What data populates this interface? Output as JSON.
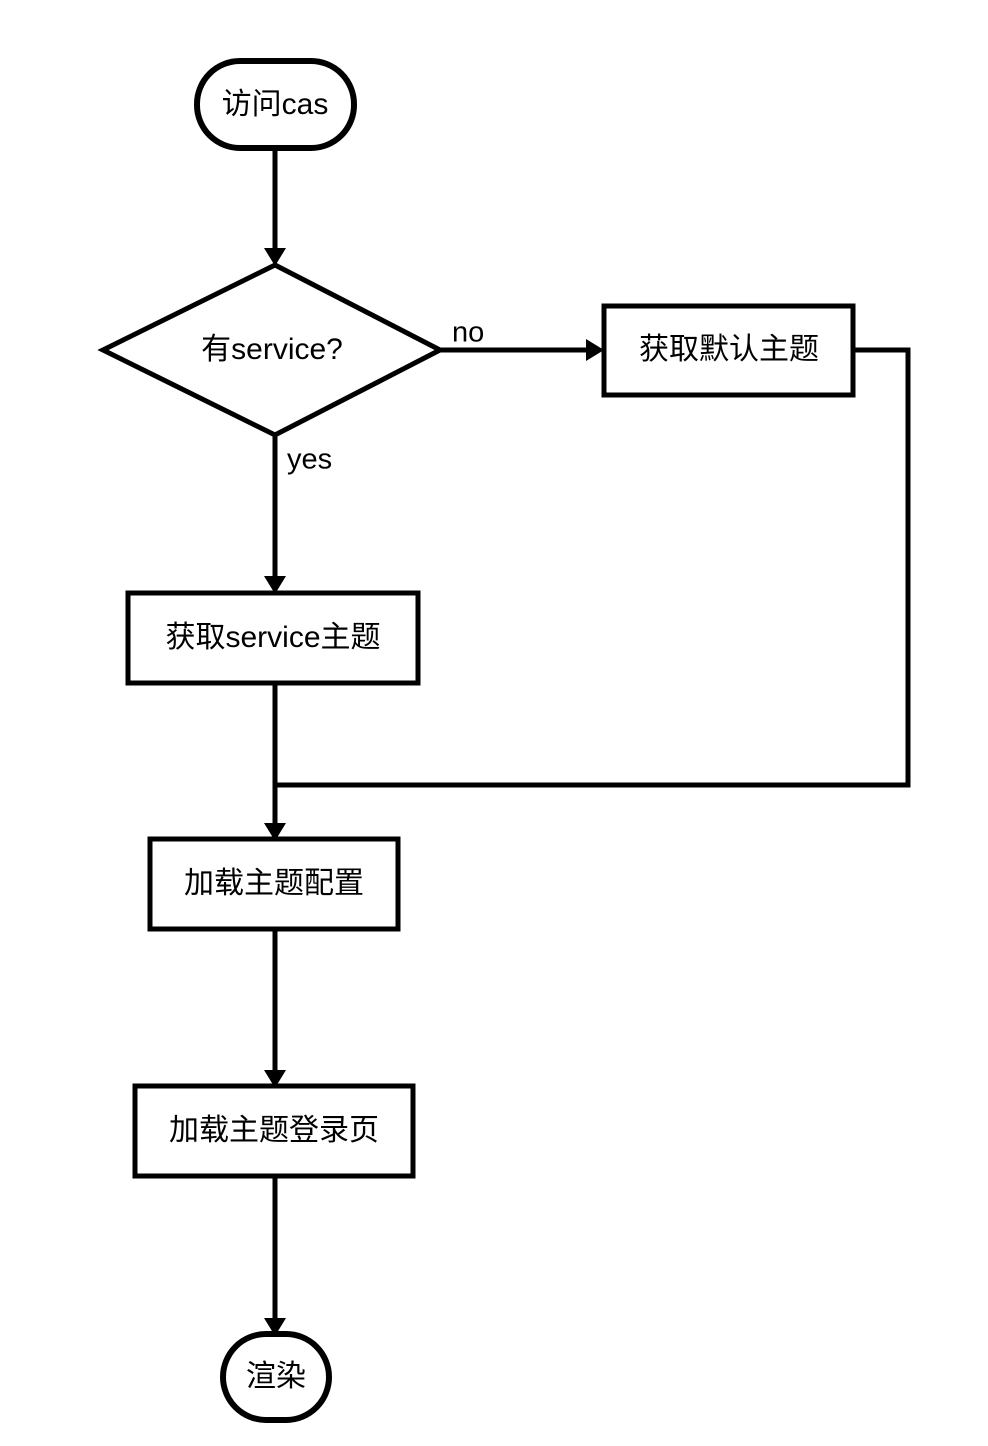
{
  "diagram": {
    "title": "CAS theme loading flow",
    "background_color": "#ffffff",
    "stroke_color": "#000000",
    "text_color": "#000000",
    "nodes": {
      "start": {
        "label": "访问cas",
        "shape": "terminator"
      },
      "decision": {
        "label": "有service?",
        "shape": "decision"
      },
      "default_theme": {
        "label": "获取默认主题",
        "shape": "process"
      },
      "service_theme": {
        "label": "获取service主题",
        "shape": "process"
      },
      "load_config": {
        "label": "加载主题配置",
        "shape": "process"
      },
      "load_login_page": {
        "label": "加载主题登录页",
        "shape": "process"
      },
      "end": {
        "label": "渲染",
        "shape": "terminator"
      }
    },
    "edges": {
      "start_to_decision": {
        "label": ""
      },
      "decision_no": {
        "label": "no"
      },
      "decision_yes": {
        "label": "yes"
      },
      "default_theme_to_merge": {
        "label": ""
      },
      "service_theme_to_config": {
        "label": ""
      },
      "config_to_login_page": {
        "label": ""
      },
      "login_page_to_end": {
        "label": ""
      }
    }
  }
}
